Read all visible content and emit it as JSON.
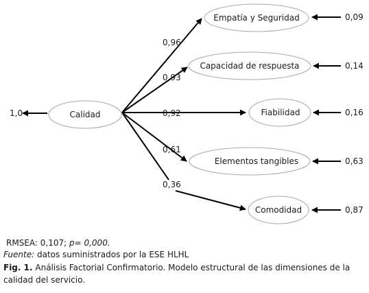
{
  "diagram": {
    "central_node": {
      "label": "Calidad",
      "error": "1,0"
    },
    "dimensions": [
      {
        "label": "Empatía y Seguridad",
        "loading": "0,96",
        "error": "0,09"
      },
      {
        "label": "Capacidad de respuesta",
        "loading": "0,93",
        "error": "0,14"
      },
      {
        "label": "Fiabilidad",
        "loading": "0,92",
        "error": "0,16"
      },
      {
        "label": "Elementos tangibles",
        "loading": "0,61",
        "error": "0,63"
      },
      {
        "label": "Comodidad",
        "loading": "0,36",
        "error": "0,87"
      }
    ]
  },
  "fit_stats": {
    "rmsea": "RMSEA: 0,107;",
    "p_value": "p= 0,000."
  },
  "source": {
    "label": "Fuente:",
    "text": "datos suministrados por la ESE HLHL"
  },
  "figure_caption": {
    "number": "Fig. 1.",
    "text": "Análisis Factorial Confirmatorio. Modelo estructural de las dimensiones de la calidad del servicio."
  }
}
